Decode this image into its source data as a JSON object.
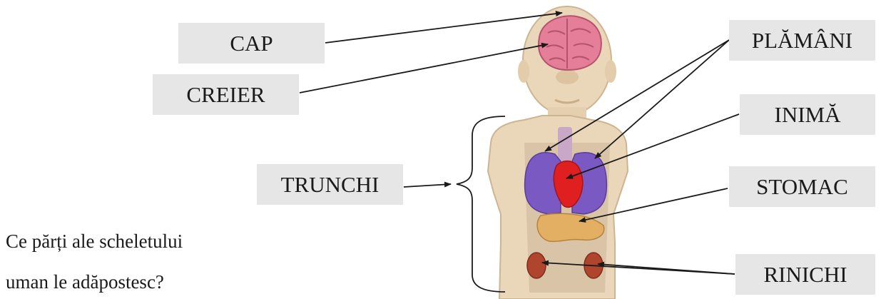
{
  "labels": {
    "cap": "CAP",
    "creier": "CREIER",
    "trunchi": "TRUNCHI",
    "plamani": "PLĂMÂNI",
    "inima": "INIMĂ",
    "stomac": "STOMAC",
    "rinichi": "RINICHI"
  },
  "question": {
    "line1": "Ce părți ale scheletului",
    "line2": "uman le adăpostesc?"
  },
  "colors": {
    "label_background": "#e6e6e6",
    "skin": "#ead6b8",
    "brain": "#e57f99",
    "lungs": "#7b59c2",
    "heart": "#e02020",
    "stomach": "#e3b063",
    "kidneys": "#b0452e",
    "arrow": "#1a1a1a"
  }
}
